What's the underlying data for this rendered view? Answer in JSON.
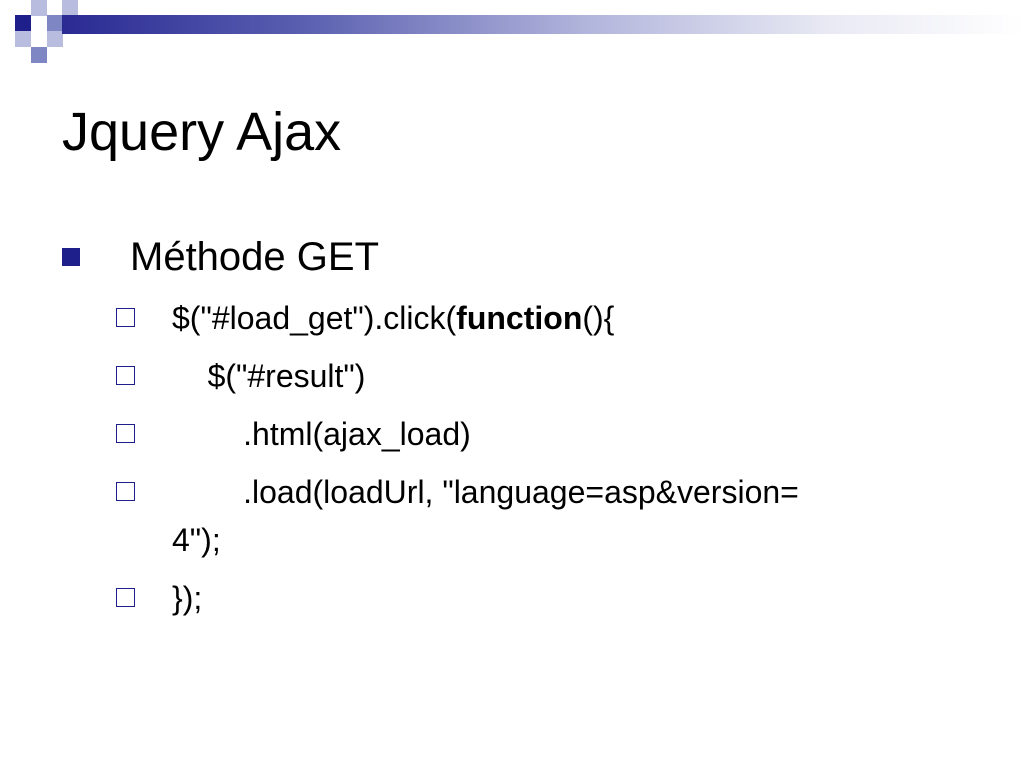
{
  "title": "Jquery Ajax",
  "colors": {
    "accent_dark": "#1f1f8c",
    "accent_mid": "#7f86c4",
    "accent_light": "#b8bde0"
  },
  "bullet": {
    "text": "Méthode GET",
    "icon": "filled-square-bullet"
  },
  "sub_bullets": [
    {
      "icon": "hollow-square-bullet",
      "code_before": "$(\"#load_get\").click(",
      "code_bold": "function",
      "code_after": "(){"
    },
    {
      "icon": "hollow-square-bullet",
      "code": "    $(\"#result\")"
    },
    {
      "icon": "hollow-square-bullet",
      "code": "        .html(ajax_load)"
    },
    {
      "icon": "hollow-square-bullet",
      "code_line1": "        .load(loadUrl, \"language=asp&version=",
      "code_line2": "4\");"
    },
    {
      "icon": "hollow-square-bullet",
      "code": "});"
    }
  ]
}
